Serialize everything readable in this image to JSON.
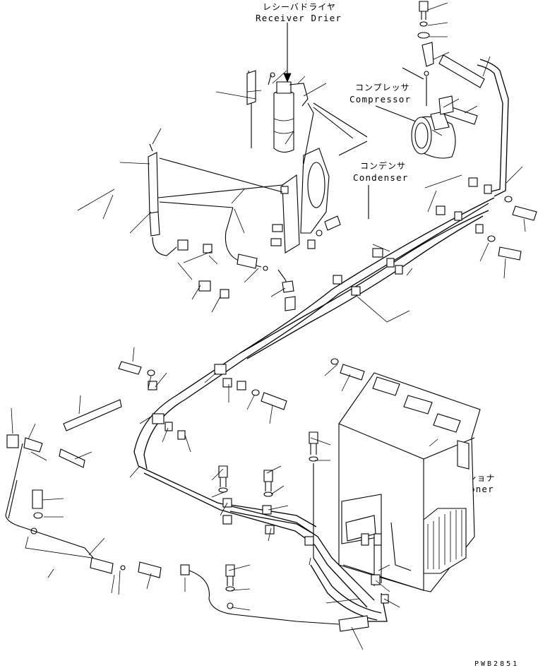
{
  "labels": {
    "receiver_drier_jp": "レシーバドライヤ",
    "receiver_drier_en": "Receiver Drier",
    "compressor_jp": "コンプレッサ",
    "compressor_en": "Compressor",
    "condenser_jp": "コンデンサ",
    "condenser_en": "Condenser",
    "air_conditioner_jp": "エアーコンディショナ",
    "air_conditioner_en": "Air Conditioner"
  },
  "drawing_code": "PWB2851"
}
